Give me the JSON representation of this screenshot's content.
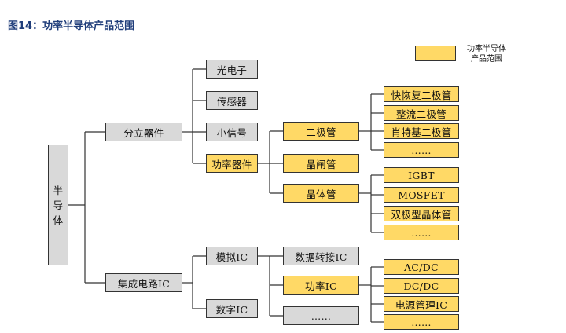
{
  "figure": {
    "title": "图14：功率半导体产品范围"
  },
  "legend": {
    "line1": "功率半导体",
    "line2": "产品范围",
    "color": "#ffd966"
  },
  "colors": {
    "gray_box": "#d9d9d9",
    "highlight_box": "#ffd966",
    "title": "#1f3d7a"
  },
  "root": {
    "chars": [
      "半",
      "导",
      "体"
    ]
  },
  "level1": {
    "discrete": "分立器件",
    "ic": "集成电路IC"
  },
  "discrete_children": {
    "optoelectronics": "光电子",
    "sensor": "传感器",
    "small_signal": "小信号",
    "power_device": "功率器件"
  },
  "power_device_children": {
    "diode": "二极管",
    "thyristor": "晶闸管",
    "transistor": "晶体管"
  },
  "diode_types": [
    "快恢复二极管",
    "整流二极管",
    "肖特基二极管",
    "……"
  ],
  "transistor_types": [
    "IGBT",
    "MOSFET",
    "双极型晶体管",
    "……"
  ],
  "ic_children": {
    "analog": "模拟IC",
    "digital": "数字IC"
  },
  "analog_children": {
    "data_converter": "数据转接IC",
    "power_ic": "功率IC",
    "more": "……"
  },
  "power_ic_types": [
    "AC/DC",
    "DC/DC",
    "电源管理IC",
    "……"
  ]
}
